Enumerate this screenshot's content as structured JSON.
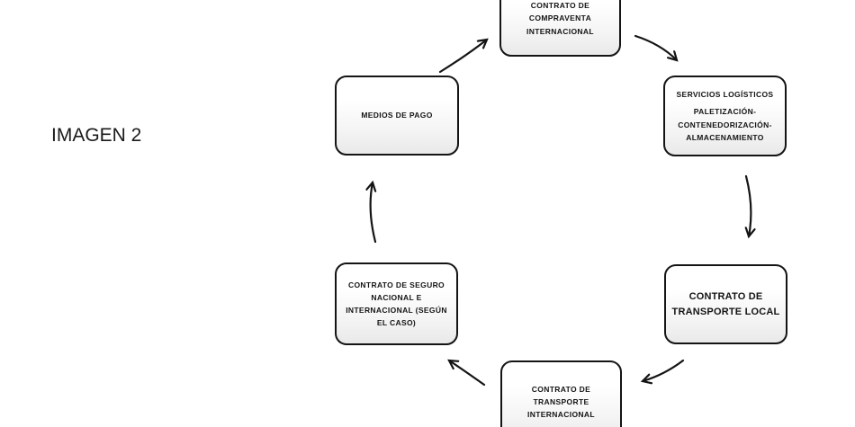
{
  "figure_label": "IMAGEN 2",
  "diagram": {
    "nodes": {
      "compraventa": {
        "text": "CONTRATO DE\nCOMPRAVENTA\nINTERNACIONAL"
      },
      "servicios": {
        "title": "SERVICIOS LOGÍSTICOS",
        "subtitle": "PALETIZACIÓN-\nCONTENEDORIZACIÓN-\nALMACENAMIENTO"
      },
      "transporte_local": {
        "text": "CONTRATO DE\nTRANSPORTE LOCAL"
      },
      "transporte_internacional": {
        "text": "CONTRATO DE\nTRANSPORTE\nINTERNACIONAL"
      },
      "seguro": {
        "text": "CONTRATO DE SEGURO\nNACIONAL E\nINTERNACIONAL (SEGÚN\nEL CASO)"
      },
      "medios_pago": {
        "text": "MEDIOS DE PAGO"
      }
    },
    "edges": [
      {
        "from": "MEDIOS DE PAGO",
        "to": "CONTRATO DE COMPRAVENTA INTERNACIONAL"
      },
      {
        "from": "CONTRATO DE COMPRAVENTA INTERNACIONAL",
        "to": "SERVICIOS LOGÍSTICOS PALETIZACIÓN-CONTENEDORIZACIÓN-ALMACENAMIENTO"
      },
      {
        "from": "SERVICIOS LOGÍSTICOS PALETIZACIÓN-CONTENEDORIZACIÓN-ALMACENAMIENTO",
        "to": "CONTRATO DE TRANSPORTE LOCAL"
      },
      {
        "from": "CONTRATO DE TRANSPORTE LOCAL",
        "to": "CONTRATO DE TRANSPORTE INTERNACIONAL"
      },
      {
        "from": "CONTRATO DE TRANSPORTE INTERNACIONAL",
        "to": "CONTRATO DE SEGURO NACIONAL E INTERNACIONAL (SEGÚN EL CASO)"
      },
      {
        "from": "CONTRATO DE SEGURO NACIONAL E INTERNACIONAL (SEGÚN EL CASO)",
        "to": "MEDIOS DE PAGO"
      }
    ]
  },
  "colors": {
    "background": "#ffffff",
    "node_border": "#141414",
    "node_fill_top": "#ffffff",
    "node_fill_bottom": "#e9e9e9",
    "arrow": "#141414",
    "text": "#141414"
  }
}
